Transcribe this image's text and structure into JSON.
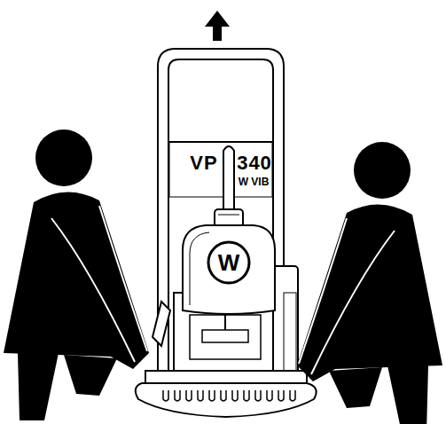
{
  "diagram": {
    "labels": [
      "VP",
      "340",
      "W VIB",
      "W"
    ]
  }
}
